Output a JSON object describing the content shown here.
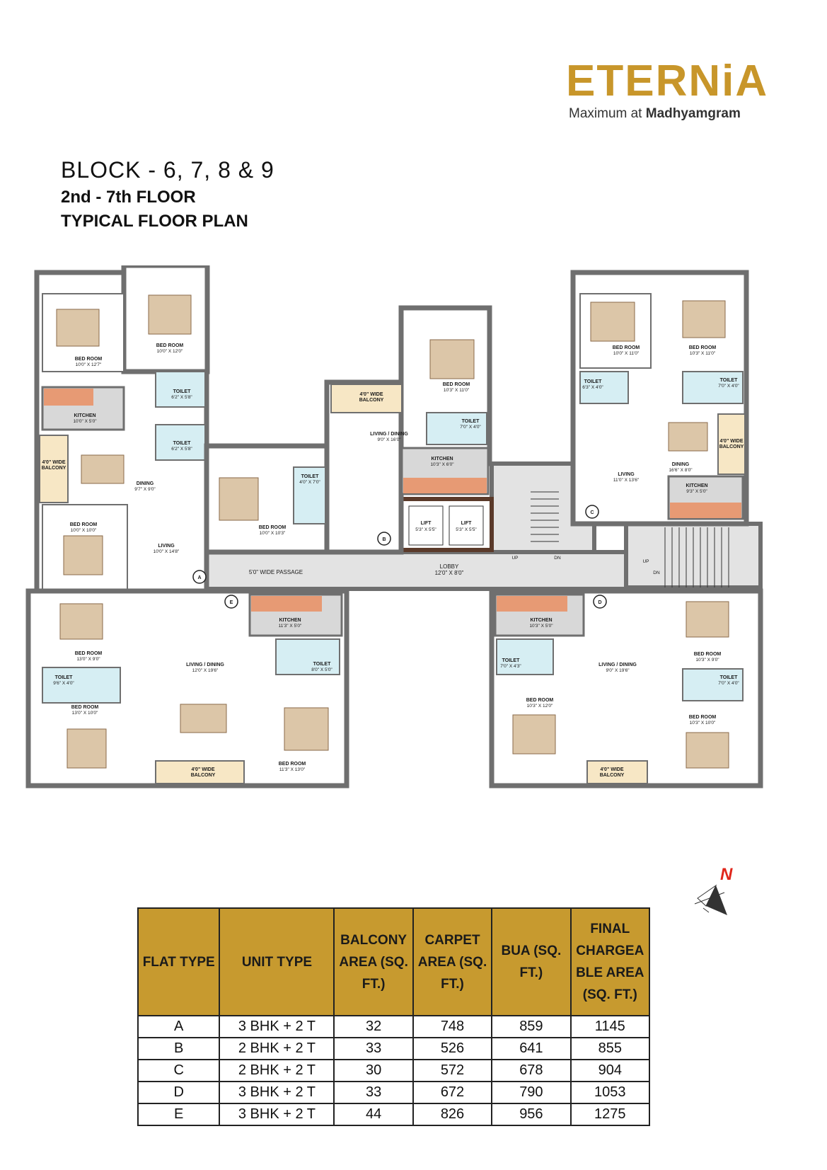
{
  "brand": {
    "name": "ETERNiA",
    "tagline_prefix": "Maximum at",
    "tagline_bold": "Madhyamgram",
    "color": "#c8962a"
  },
  "heading": {
    "block": "BLOCK  - 6, 7, 8 & 9",
    "floors": "2nd - 7th FLOOR",
    "plan": "TYPICAL FLOOR PLAN"
  },
  "plan_labels": {
    "A": "A",
    "B": "B",
    "C": "C",
    "D": "D",
    "E": "E",
    "passage": "5'0\" WIDE PASSAGE",
    "lobby": "LOBBY",
    "lobby_dim": "12'0\" X 8'0\"",
    "lift": "LIFT",
    "lift1_dim": "5'3\" X 5'5\"",
    "lift2_dim": "5'3\" X 5'5\"",
    "up": "UP",
    "dn": "DN",
    "rooms_a": {
      "bed1": "BED ROOM",
      "bed1_dim": "10'0\" X 12'7\"",
      "bed2": "BED ROOM",
      "bed2_dim": "10'0\" X 12'0\"",
      "toilet1": "TOILET",
      "toilet1_dim": "6'2\" X 5'8\"",
      "toilet2": "TOILET",
      "toilet2_dim": "6'2\" X 5'8\"",
      "kitchen": "KITCHEN",
      "kitchen_dim": "10'0\" X 5'0\"",
      "balcony": "4'0\" WIDE",
      "balcony2": "BALCONY",
      "dining": "DINING",
      "dining_dim": "9'7\" X 9'0\"",
      "bed3": "BED ROOM",
      "bed3_dim": "10'0\" X 10'0\"",
      "living": "LIVING",
      "living_dim": "10'0\" X 14'8\""
    },
    "rooms_b": {
      "balcony": "4'0\" WIDE",
      "balcony2": "BALCONY",
      "bed1": "BED ROOM",
      "bed1_dim": "10'3\" X 11'0\"",
      "living": "LIVING / DINING",
      "living_dim": "9'0\" X 16'0\"",
      "toilet1": "TOILET",
      "toilet1_dim": "7'0\" X 4'0\"",
      "kitchen": "KITCHEN",
      "kitchen_dim": "10'3\" X 6'0\"",
      "toilet2": "TOILET",
      "toilet2_dim": "4'0\" X 7'0\"",
      "bed2": "BED ROOM",
      "bed2_dim": "10'0\" X 10'3\""
    },
    "rooms_c": {
      "bed1": "BED ROOM",
      "bed1_dim": "10'0\" X 11'0\"",
      "bed2": "BED ROOM",
      "bed2_dim": "10'3\" X 11'0\"",
      "toilet1": "TOILET",
      "toilet1_dim": "6'3\" X 4'0\"",
      "toilet2": "TOILET",
      "toilet2_dim": "7'0\" X 4'0\"",
      "balcony": "4'0\" WIDE",
      "balcony2": "BALCONY",
      "dining": "DINING",
      "dining_dim": "16'6\" X 8'0\"",
      "living": "LIVING",
      "living_dim": "11'0\" X 13'6\"",
      "kitchen": "KITCHEN",
      "kitchen_dim": "9'3\" X 5'0\""
    },
    "rooms_e": {
      "bed1": "BED ROOM",
      "bed1_dim": "13'0\" X 9'0\"",
      "toilet1": "TOILET",
      "toilet1_dim": "9'6\" X 4'0\"",
      "bed2": "BED ROOM",
      "bed2_dim": "13'0\" X 10'0\"",
      "living": "LIVING / DINING",
      "living_dim": "12'0\" X 19'6\"",
      "kitchen": "KITCHEN",
      "kitchen_dim": "11'3\" X 5'0\"",
      "toilet2": "TOILET",
      "toilet2_dim": "8'0\" X 5'0\"",
      "balcony": "4'0\" WIDE",
      "balcony2": "BALCONY",
      "bed3": "BED ROOM",
      "bed3_dim": "11'3\" X 13'0\""
    },
    "rooms_d": {
      "kitchen": "KITCHEN",
      "kitchen_dim": "10'3\" X 5'0\"",
      "toilet1": "TOILET",
      "toilet1_dim": "7'0\" X 4'3\"",
      "living": "LIVING / DINING",
      "living_dim": "9'0\" X 19'6\"",
      "bed1": "BED ROOM",
      "bed1_dim": "10'3\" X 12'0\"",
      "balcony": "4'0\" WIDE",
      "balcony2": "BALCONY",
      "bed2": "BED ROOM",
      "bed2_dim": "10'3\" X 9'0\"",
      "toilet2": "TOILET",
      "toilet2_dim": "7'0\" X 4'0\"",
      "bed3": "BED ROOM",
      "bed3_dim": "10'3\" X 10'0\""
    }
  },
  "compass": {
    "label": "N"
  },
  "colors": {
    "wall": "#6f6f6f",
    "wall_dark": "#5b3a2a",
    "bed": "#dcc6a8",
    "kitchen": "#e79a74",
    "toilet": "#d6eef3",
    "balcony": "#f7e7c5",
    "lobby": "#e3e3e3",
    "table_header": "#c79a2f"
  },
  "table": {
    "headers": [
      "FLAT TYPE",
      "UNIT TYPE",
      "BALCONY AREA (SQ. FT.)",
      "CARPET AREA (SQ. FT.)",
      "BUA (SQ. FT.)",
      "FINAL CHARGEA BLE AREA (SQ. FT.)"
    ],
    "rows": [
      [
        "A",
        "3 BHK + 2 T",
        "32",
        "748",
        "859",
        "1145"
      ],
      [
        "B",
        "2 BHK + 2 T",
        "33",
        "526",
        "641",
        "855"
      ],
      [
        "C",
        "2 BHK + 2 T",
        "30",
        "572",
        "678",
        "904"
      ],
      [
        "D",
        "3 BHK + 2 T",
        "33",
        "672",
        "790",
        "1053"
      ],
      [
        "E",
        "3 BHK + 2 T",
        "44",
        "826",
        "956",
        "1275"
      ]
    ]
  }
}
